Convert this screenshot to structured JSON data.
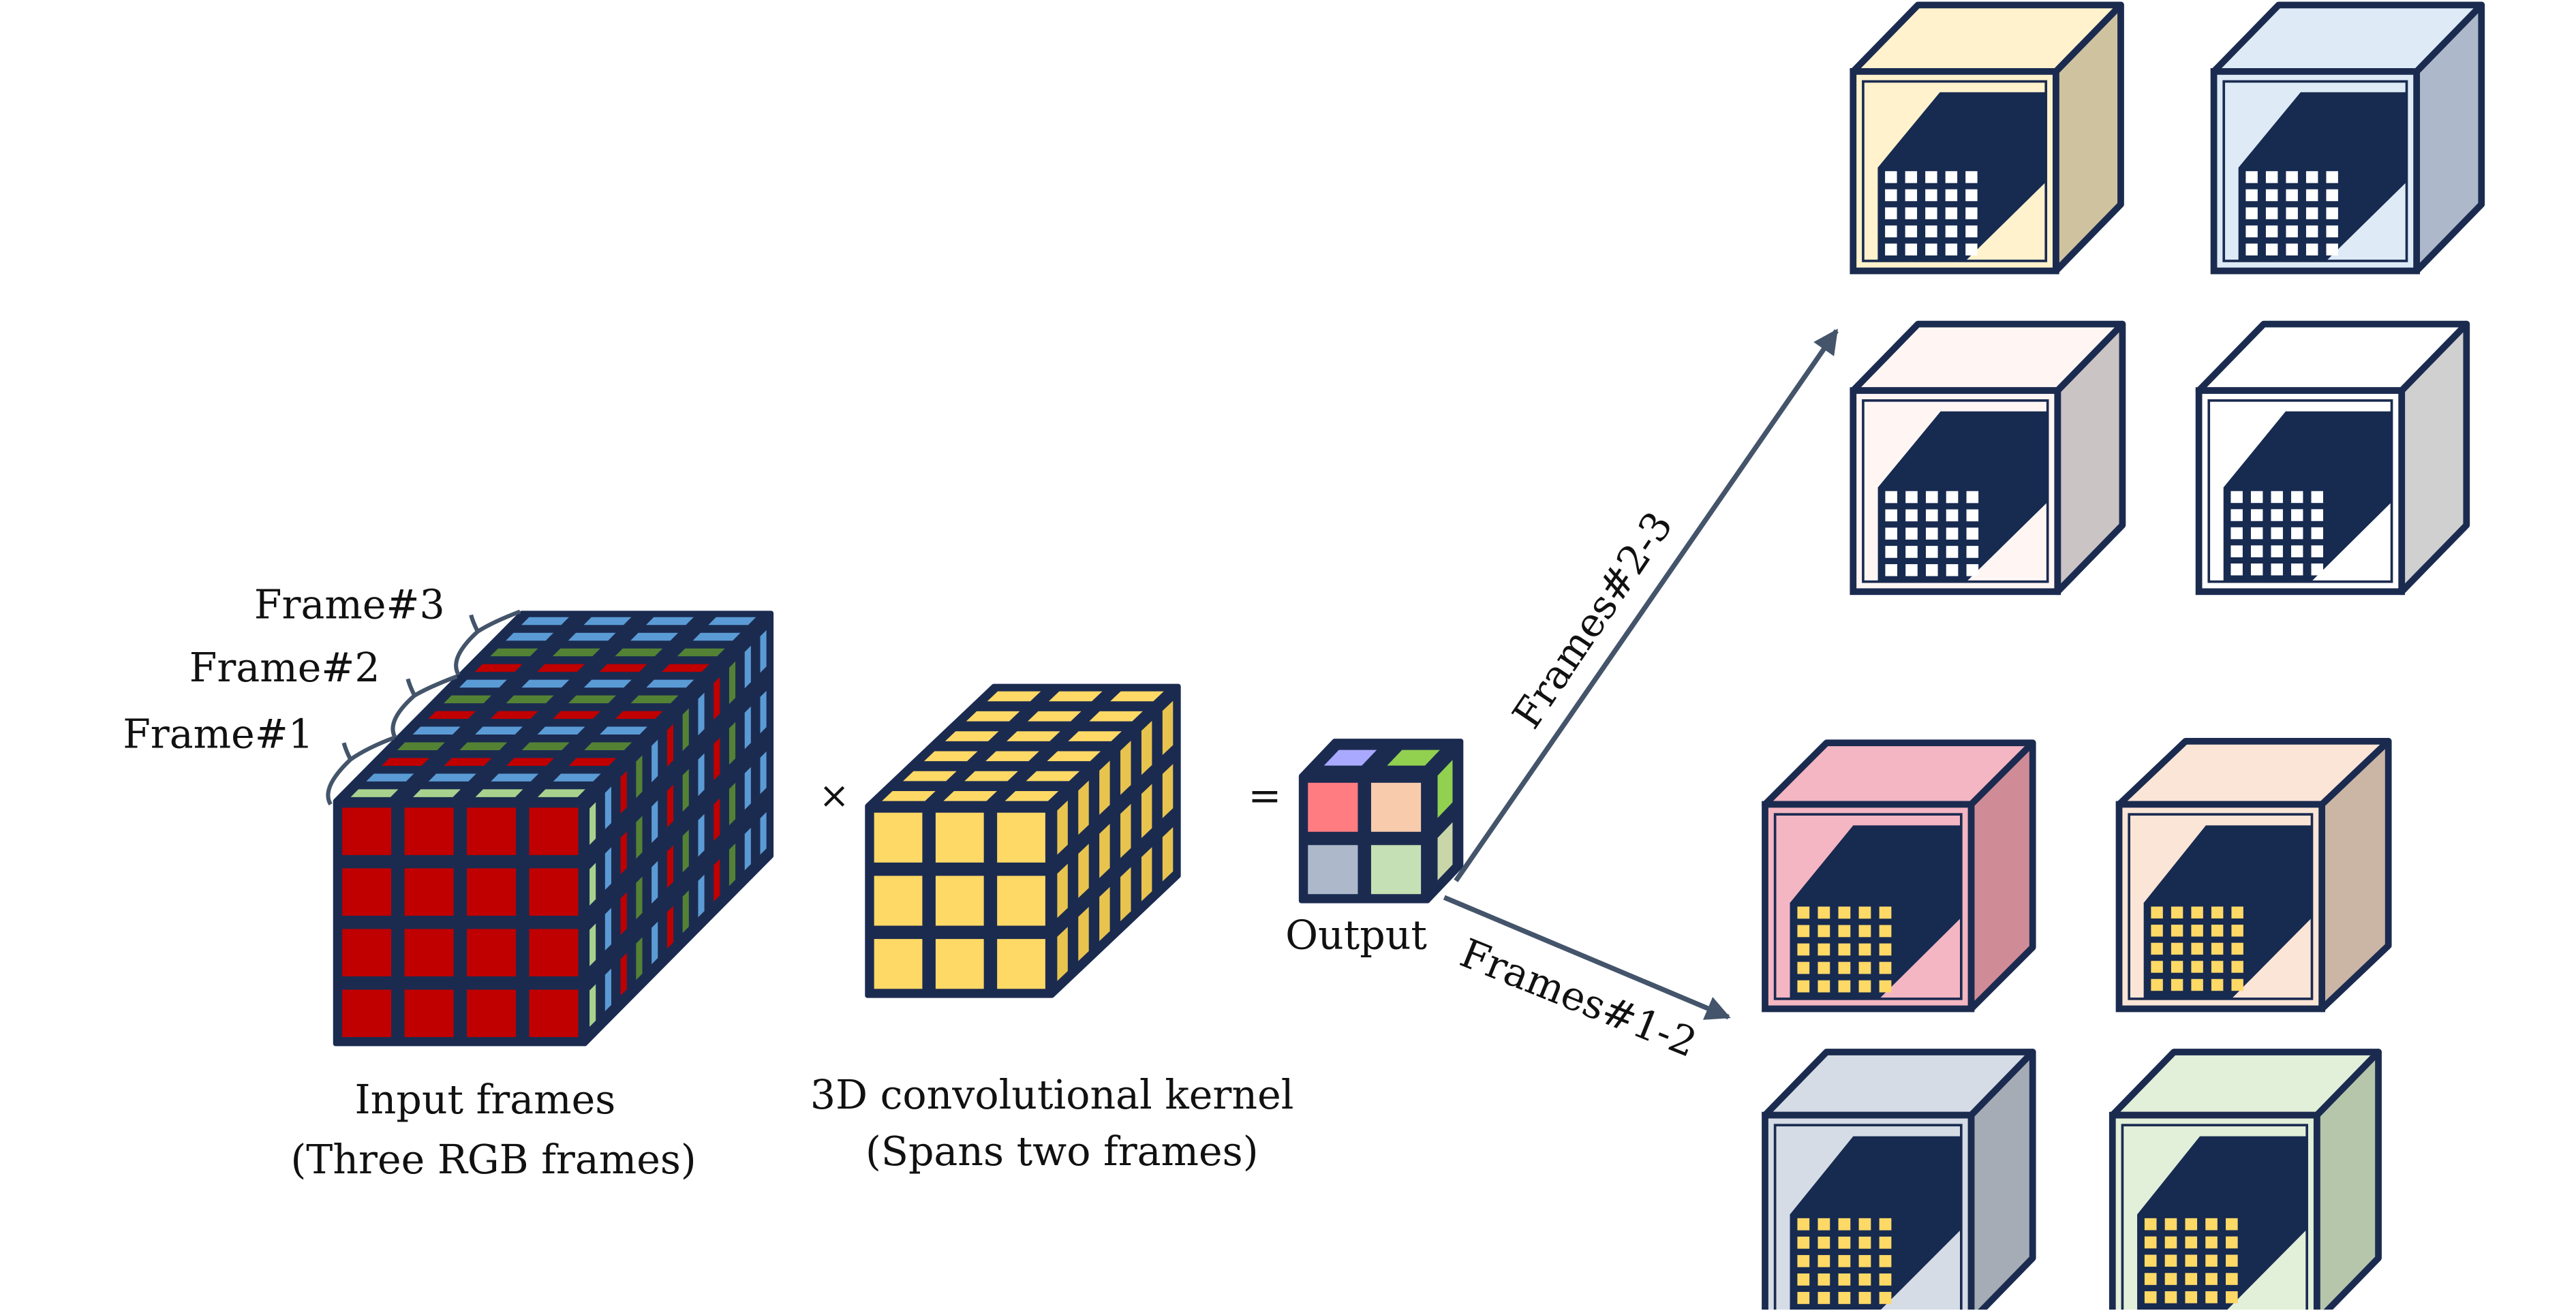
{
  "colors": {
    "outline": "#1b2b50",
    "dark": "#172a50",
    "arrow": "#44546a",
    "red": "#c00000",
    "green_mid": "#548235",
    "green_light": "#a9d18e",
    "blue": "#5b9bd5",
    "kernel": "#ffd966",
    "kernel_side": "#e8c44f",
    "white": "#ffffff"
  },
  "labels": {
    "frame1": "Frame#1",
    "frame2": "Frame#2",
    "frame3": "Frame#3",
    "input_line1": "Input frames",
    "input_line2": "(Three RGB frames)",
    "kernel_line1": "3D convolutional kernel",
    "kernel_line2": "(Spans two frames)",
    "times": "×",
    "equals": "=",
    "output": "Output",
    "frames23": "Frames#2-3",
    "frames12": "Frames#1-2"
  },
  "output_cell_colors": {
    "front": [
      "#ff7c80",
      "#f8cbad",
      "#adb9ca",
      "#c5e0b4"
    ],
    "top": [
      "#a9a9ff",
      "#92d050"
    ],
    "side": [
      "#92d050",
      "#c9d6a8"
    ]
  },
  "feature_maps": [
    {
      "group": "frames-2-3",
      "front": "#fff2cc",
      "side": "#cfc29f",
      "top": "#fff2cc",
      "dots": "#ffffff"
    },
    {
      "group": "frames-2-3",
      "front": "#deebf7",
      "side": "#adb9ca",
      "top": "#deebf7",
      "dots": "#ffffff"
    },
    {
      "group": "frames-2-3",
      "front": "#fff6f4",
      "side": "#cbc4c4",
      "top": "#fff6f4",
      "dots": "#ffffff"
    },
    {
      "group": "frames-2-3",
      "front": "#ffffff",
      "side": "#d0d0d0",
      "top": "#ffffff",
      "dots": "#ffffff"
    },
    {
      "group": "frames-1-2",
      "front": "#f4b6c2",
      "side": "#d08c96",
      "top": "#f4b6c2",
      "dots": "#ffd966"
    },
    {
      "group": "frames-1-2",
      "front": "#fbe5d6",
      "side": "#cbb5a5",
      "top": "#fbe5d6",
      "dots": "#ffd966"
    },
    {
      "group": "frames-1-2",
      "front": "#d6dce5",
      "side": "#a6acb5",
      "top": "#d6dce5",
      "dots": "#ffd966"
    },
    {
      "group": "frames-1-2",
      "front": "#e2f0d9",
      "side": "#b5c6ab",
      "top": "#e2f0d9",
      "dots": "#ffd966"
    }
  ]
}
